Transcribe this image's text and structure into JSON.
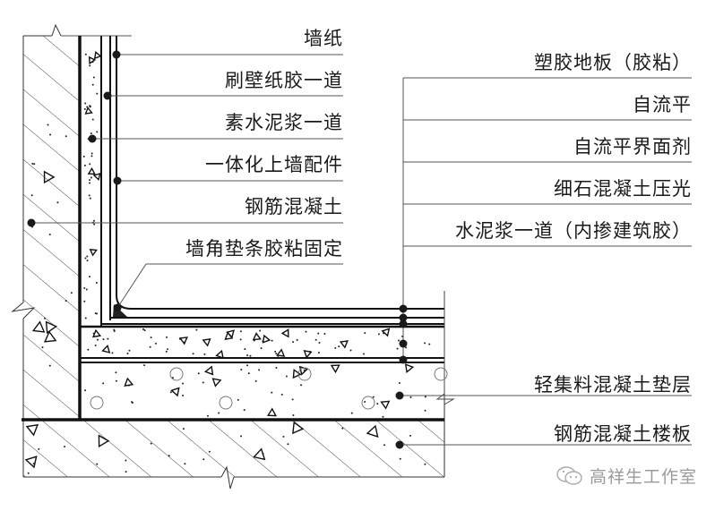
{
  "diagram": {
    "title_hidden": "",
    "wall_labels": [
      {
        "text": "墙纸"
      },
      {
        "text": "刷壁纸胶一道"
      },
      {
        "text": "素水泥浆一道"
      },
      {
        "text": "一体化上墙配件"
      },
      {
        "text": "钢筋混凝土"
      },
      {
        "text": "墙角垫条胶粘固定"
      }
    ],
    "floor_labels": [
      {
        "text": "塑胶地板（胶粘）"
      },
      {
        "text": "自流平"
      },
      {
        "text": "自流平界面剂"
      },
      {
        "text": "细石混凝土压光"
      },
      {
        "text": "水泥浆一道（内掺建筑胶）"
      },
      {
        "text": "轻集料混凝土垫层"
      },
      {
        "text": "钢筋混凝土楼板"
      }
    ],
    "watermark": {
      "icon": "wechat-icon",
      "text": "高祥生工作室",
      "color": "#9a9a9a"
    },
    "colors": {
      "line": "#1a1a1a",
      "leader": "#555555",
      "background": "#ffffff"
    }
  }
}
